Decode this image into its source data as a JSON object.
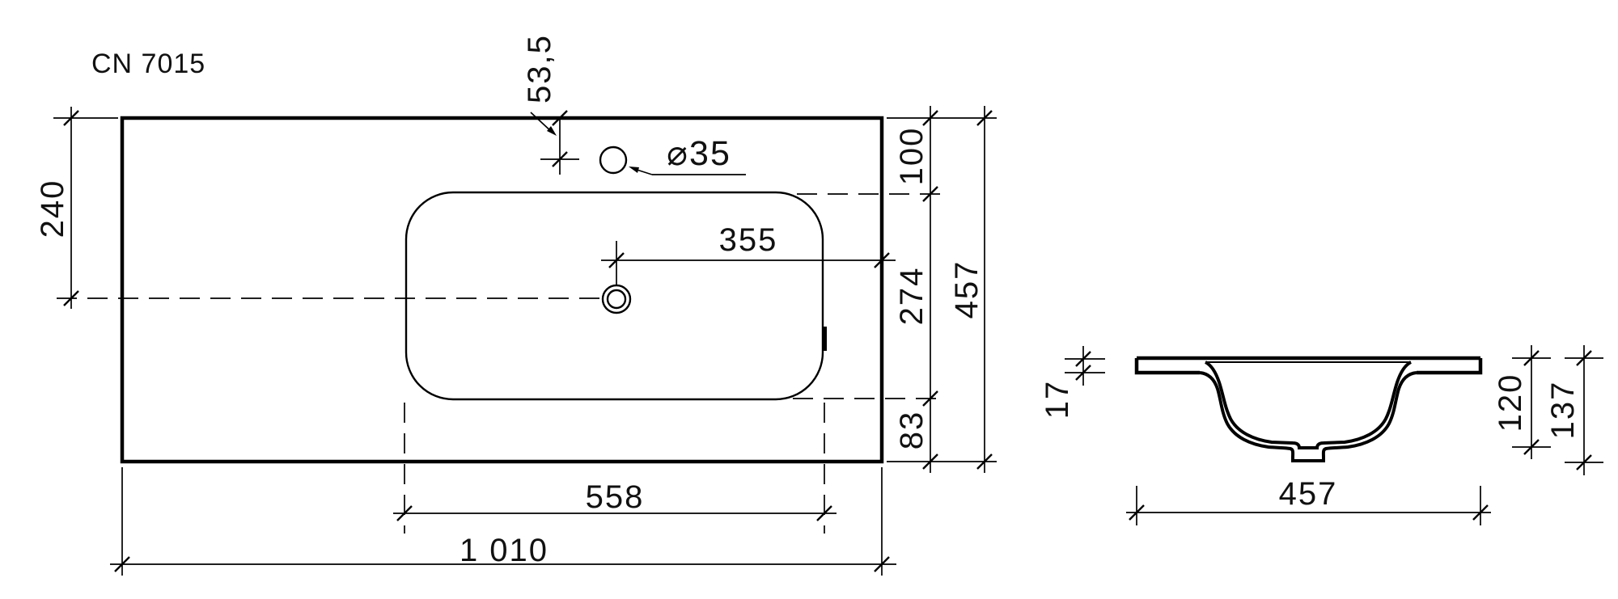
{
  "title": "CN 7015",
  "colors": {
    "line": "#000000",
    "text": "#111111",
    "background": "#ffffff"
  },
  "plan": {
    "overall_width": "1 010",
    "overall_depth": "457",
    "basin_width": "558",
    "basin_depth": "274",
    "back_edge_to_basin": "100",
    "basin_to_front_edge": "83",
    "top_to_centerline": "240",
    "faucet_offset_from_back": "53,5",
    "faucet_hole_diameter": "⌀35",
    "drain_to_right_edge": "355"
  },
  "section": {
    "rim_thickness": "17",
    "bowl_depth": "120",
    "overall_height": "137",
    "basin_width": "457"
  }
}
